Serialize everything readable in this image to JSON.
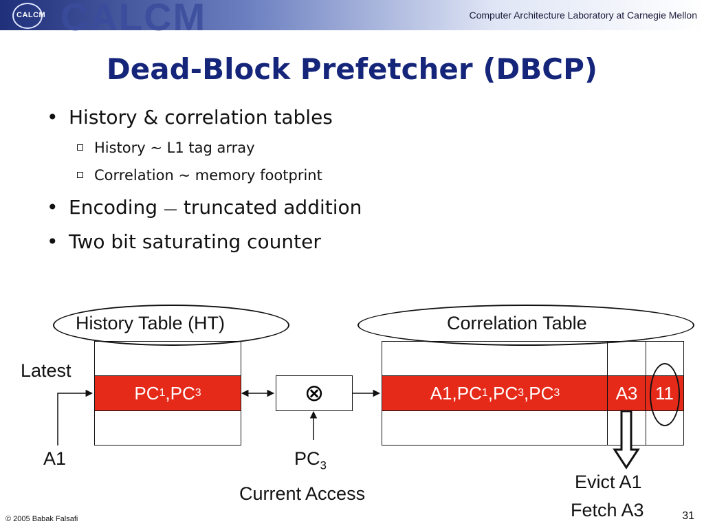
{
  "header": {
    "logo_small": "CALCM",
    "logo_big": "CALCM",
    "lab": "Computer Architecture Laboratory at Carnegie Mellon"
  },
  "title": "Dead-Block Prefetcher (DBCP)",
  "bullets": [
    {
      "text": "History & correlation tables"
    },
    {
      "text": "History ~ L1 tag array"
    },
    {
      "text": "Correlation ~ memory footprint"
    },
    {
      "prefix": "Encoding",
      "dash": "—",
      "suffix": "truncated addition"
    },
    {
      "text": "Two bit saturating counter"
    }
  ],
  "diagram": {
    "history_table_label": "History Table (HT)",
    "correlation_table_label": "Correlation Table",
    "latest_label": "Latest",
    "ht_entry": {
      "pc_a": "PC",
      "sub_a": "1",
      "sep": ",PC",
      "sub_b": "3"
    },
    "combine_symbol": "⊗",
    "ct_entry": {
      "prefix": "A1,PC",
      "sub_a": "1",
      "mid1": ",PC",
      "sub_b": "3",
      "mid2": ",PC",
      "sub_c": "3"
    },
    "ct_prefetch": "A3",
    "ct_counter": "11",
    "a1_label": "A1",
    "pc3_label": {
      "base": "PC",
      "sub": "3"
    },
    "current_access": "Current Access",
    "evict": "Evict A1",
    "fetch": "Fetch A3"
  },
  "footer": {
    "copyright": "© 2005 Babak Falsafi",
    "page": "31"
  }
}
